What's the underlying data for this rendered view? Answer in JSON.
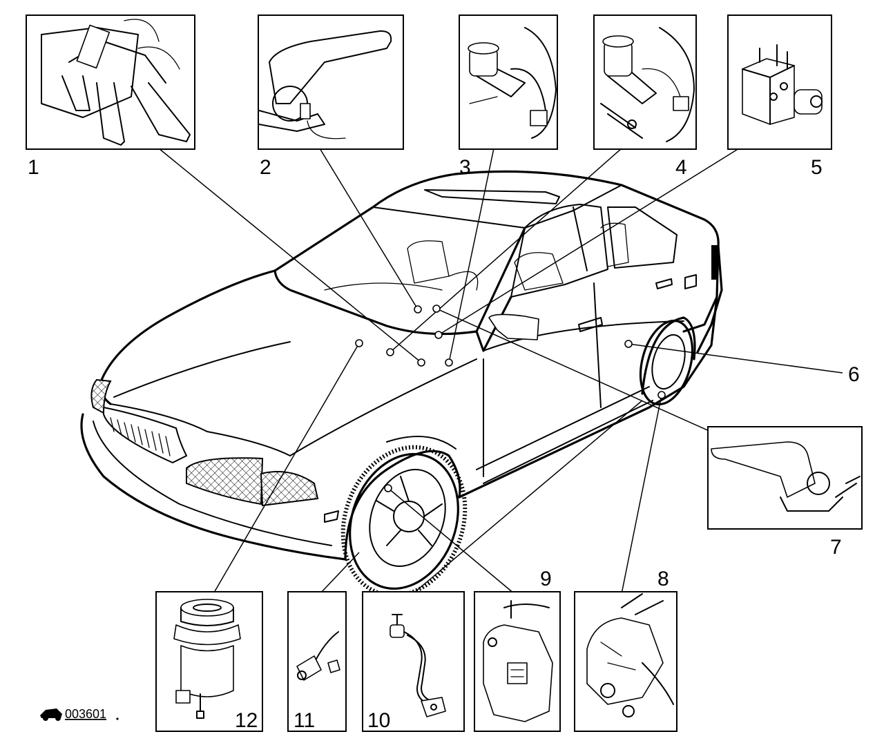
{
  "callouts": {
    "c1": "1",
    "c2": "2",
    "c3": "3",
    "c4": "4",
    "c5": "5",
    "c6": "6",
    "c7": "7",
    "c8": "8",
    "c9": "9",
    "c10": "10",
    "c11": "11",
    "c12": "12"
  },
  "figure_code": "003601",
  "icons": {
    "figure_code_mark": "car-silhouette-icon"
  }
}
